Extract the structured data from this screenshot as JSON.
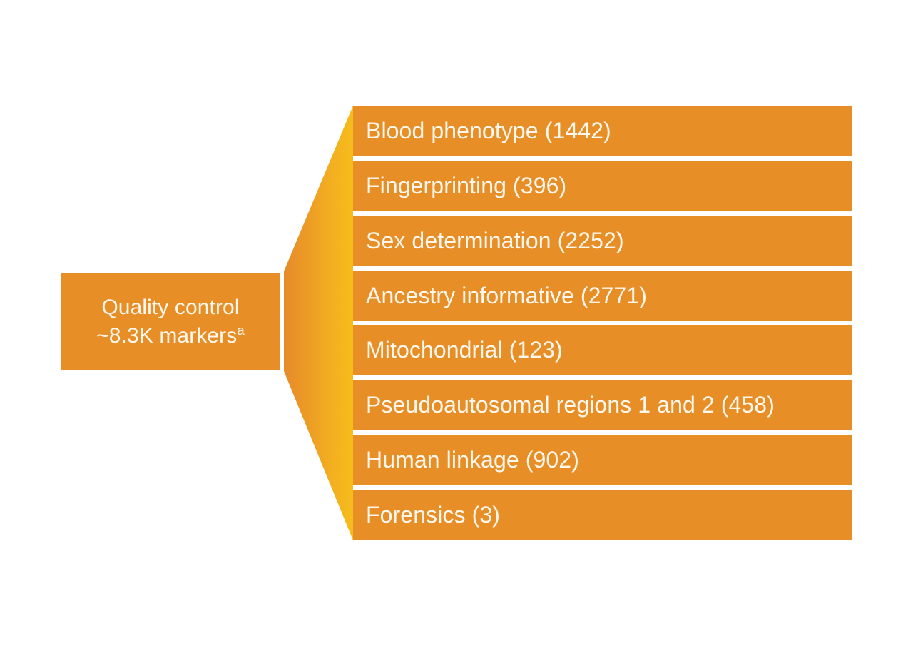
{
  "figure": {
    "type": "fan-breakdown-diagram",
    "background_color": "#FFFFFF",
    "bar_color": "#E78E26",
    "text_color": "#FDF7ED",
    "fan_gradient_from": "#E68E2C",
    "fan_gradient_to": "#F6BC1C"
  },
  "source": {
    "line1": "Quality control",
    "line2": "~8.3K markers",
    "footnote_marker": "a",
    "label_plain": "Quality control\n~8.3K markers"
  },
  "categories": [
    {
      "name": "Blood phenotype",
      "count": "1442",
      "label": "Blood phenotype (1442)"
    },
    {
      "name": "Fingerprinting",
      "count": "396",
      "label": "Fingerprinting (396)"
    },
    {
      "name": "Sex determination",
      "count": "2252",
      "label": "Sex determination (2252)"
    },
    {
      "name": "Ancestry informative",
      "count": "2771",
      "label": "Ancestry informative (2771)"
    },
    {
      "name": "Mitochondrial",
      "count": "123",
      "label": "Mitochondrial (123)"
    },
    {
      "name": "Pseudoautosomal regions 1 and 2",
      "count": "458",
      "label": "Pseudoautosomal regions 1 and 2 (458)"
    },
    {
      "name": "Human linkage",
      "count": "902",
      "label": "Human linkage (902)"
    },
    {
      "name": "Forensics",
      "count": "3",
      "label": "Forensics (3)"
    }
  ]
}
